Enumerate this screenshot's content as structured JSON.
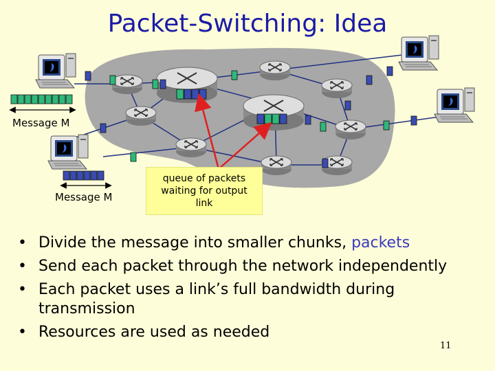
{
  "slide": {
    "title": "Packet-Switching: Idea",
    "page_number": "11"
  },
  "labels": {
    "message_top": "Message M",
    "message_bottom": "Message M",
    "callout": [
      "queue of packets",
      "waiting for output",
      "link"
    ]
  },
  "bullets": [
    {
      "text": "Divide the message into smaller chunks, ",
      "highlight": "packets"
    },
    {
      "text": "Send each packet through the network independently",
      "highlight": ""
    },
    {
      "text": "Each packet uses a link’s full bandwidth during transmission",
      "highlight": ""
    },
    {
      "text": "Resources are used as needed",
      "highlight": ""
    }
  ],
  "colors": {
    "background": "#fdfdd9",
    "title": "#1a1aa8",
    "cloud": "#a8a8a8",
    "link": "#203080",
    "packet_green": "#2fb87a",
    "packet_blue": "#3a4cb0",
    "arrow": "#e02020",
    "callout_bg": "#ffff99",
    "highlight_text": "#3a3ac0"
  },
  "icons": [
    "computer-icon",
    "router-icon",
    "packet-icon",
    "arrow-icon"
  ]
}
